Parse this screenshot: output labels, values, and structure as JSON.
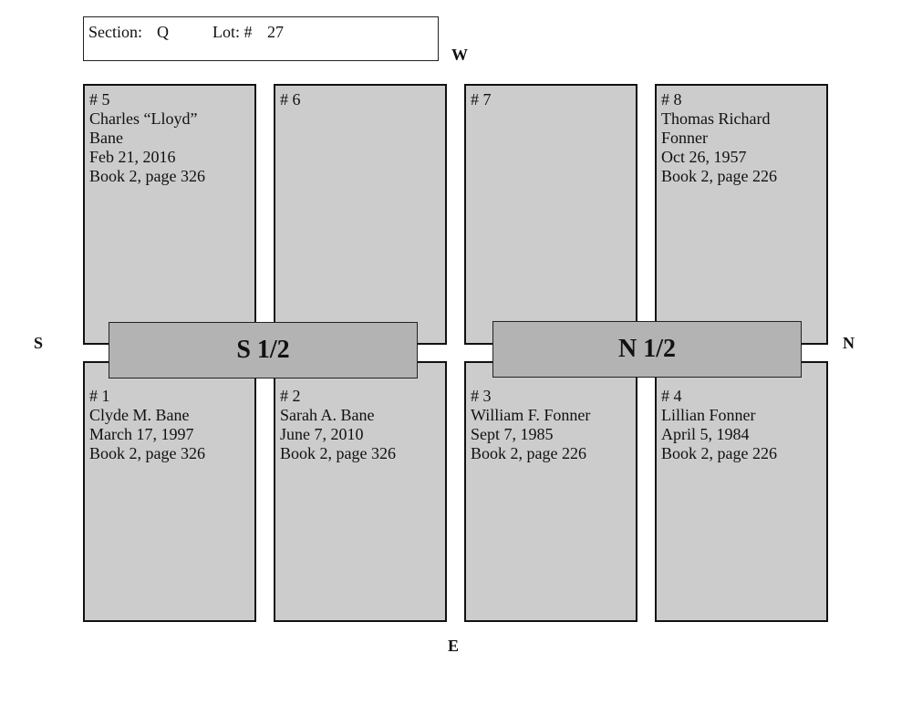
{
  "header": {
    "section_label": "Section:",
    "section_value": "Q",
    "lot_label": "Lot: #",
    "lot_value": "27"
  },
  "compass": {
    "west": "W",
    "east": "E",
    "south": "S",
    "north": "N"
  },
  "halves": {
    "south": "S 1/2",
    "north": "N 1/2"
  },
  "plots": {
    "p5": {
      "number": "# 5",
      "name_line1": "Charles “Lloyd”",
      "name_line2": "Bane",
      "date": "Feb 21, 2016",
      "book": "Book 2, page 326"
    },
    "p6": {
      "number": "# 6"
    },
    "p7": {
      "number": "# 7"
    },
    "p8": {
      "number": "# 8",
      "name_line1": "Thomas Richard",
      "name_line2": "Fonner",
      "date": "Oct 26, 1957",
      "book": "Book 2, page 226"
    },
    "p1": {
      "number": "# 1",
      "name": "Clyde M. Bane",
      "date": "March 17, 1997",
      "book": "Book 2, page 326"
    },
    "p2": {
      "number": "# 2",
      "name": "Sarah A. Bane",
      "date": "June 7, 2010",
      "book": "Book 2, page 326"
    },
    "p3": {
      "number": "# 3",
      "name": "William F. Fonner",
      "date": "Sept 7, 1985",
      "book": "Book 2, page 226"
    },
    "p4": {
      "number": "# 4",
      "name": "Lillian Fonner",
      "date": "April 5, 1984",
      "book": "Book 2, page 226"
    }
  },
  "colors": {
    "plot_fill": "#cccccc",
    "half_label_fill": "#b3b3b3",
    "border": "#111111"
  }
}
